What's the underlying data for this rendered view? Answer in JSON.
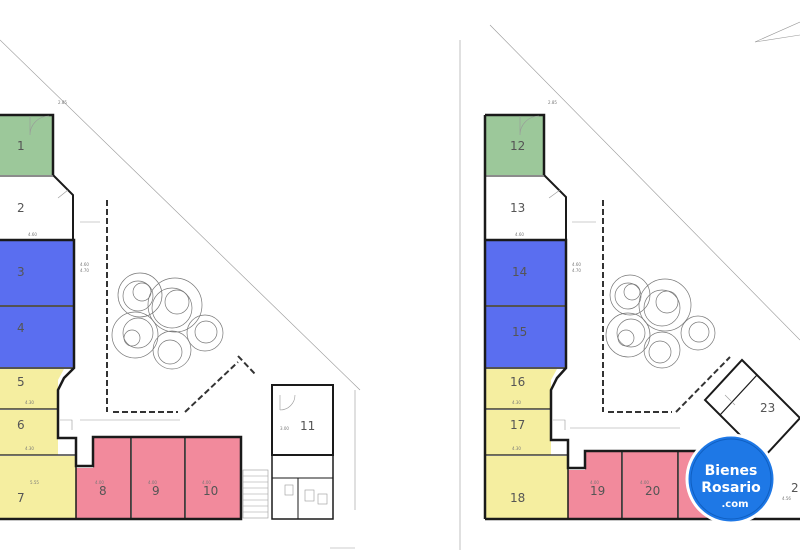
{
  "colors": {
    "green": "#9cc89a",
    "blue": "#5a6ef0",
    "yellow": "#f5eea0",
    "pink": "#f28a9c",
    "logo_blue": "#1e78e6"
  },
  "left_plan": {
    "rooms": {
      "r1": "1",
      "r2": "2",
      "r3": "3",
      "r4": "4",
      "r5": "5",
      "r6": "6",
      "r7": "7",
      "r8": "8",
      "r9": "9",
      "r10": "10",
      "r11": "11"
    },
    "dims": [
      "2.85",
      "4.60",
      "4.60",
      "4.70",
      "4.30",
      "4.30",
      "5.55",
      "4.00",
      "4.00",
      "4.00",
      "3.00"
    ]
  },
  "right_plan": {
    "rooms": {
      "r12": "12",
      "r13": "13",
      "r14": "14",
      "r15": "15",
      "r16": "16",
      "r17": "17",
      "r18": "18",
      "r19": "19",
      "r20": "20",
      "r23": "23",
      "r2x": "2"
    },
    "dims": [
      "2.85",
      "4.60",
      "4.60",
      "4.70",
      "4.30",
      "4.30",
      "4.00",
      "4.00",
      "4.56"
    ]
  },
  "logo": {
    "line1": "Bienes",
    "line2": "Rosario",
    "line3": ".com"
  }
}
